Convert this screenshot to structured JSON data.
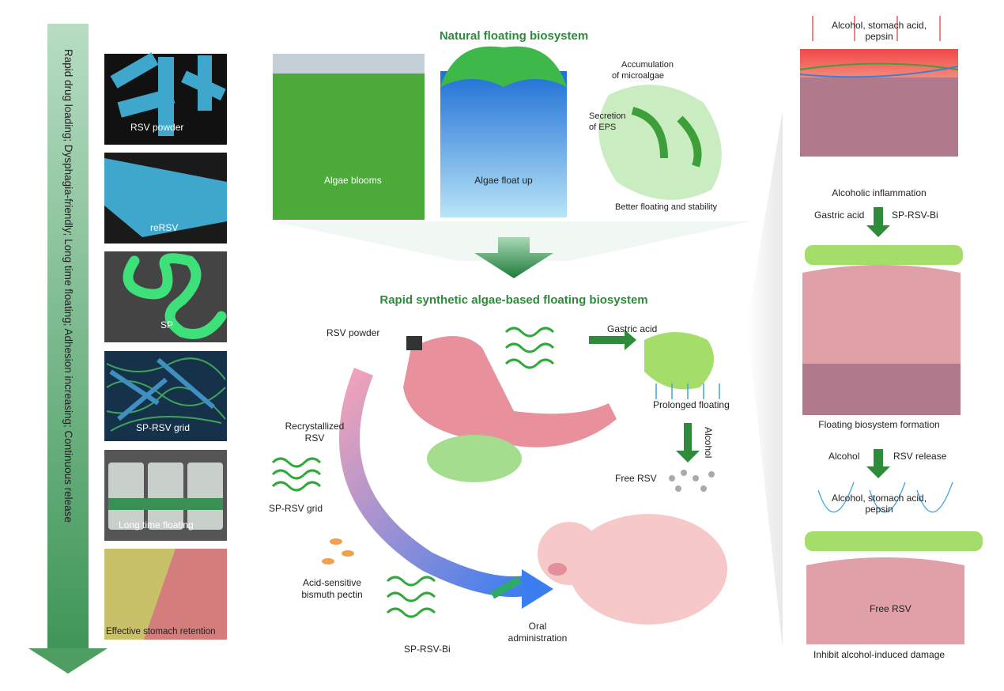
{
  "left": {
    "arrow_text": "Rapid drug loading; Dysphagia-friendly; Long time floating; Adhesion increasing; Continuous release",
    "panels": [
      "RSV powder",
      "reRSV",
      "SP",
      "SP-RSV grid",
      "Long time floating",
      "Effective stomach  retention"
    ]
  },
  "top": {
    "title": "Natural floating biosystem",
    "photo_label": "Algae blooms",
    "float_label": "Algae float up",
    "accumulation": [
      "Accumulation",
      "of microalgae"
    ],
    "secretion": [
      "Secretion",
      "of EPS"
    ],
    "better": "Better floating and stability"
  },
  "bottom": {
    "title": "Rapid synthetic algae-based floating biosystem",
    "rsv_powder": "RSV powder",
    "recrystallized": [
      "Recrystallized",
      "RSV"
    ],
    "sp_rsv_grid": "SP-RSV grid",
    "bismuth": [
      "Acid-sensitive",
      "bismuth pectin"
    ],
    "sp_rsv_bi": "SP-RSV-Bi",
    "oral": [
      "Oral",
      "administration"
    ],
    "gastric_acid": "Gastric acid",
    "prolonged": "Prolonged floating",
    "alcohol": "Alcohol",
    "free_rsv": "Free RSV"
  },
  "right": {
    "top_agents": [
      "Alcohol, stomach acid,",
      "pepsin"
    ],
    "inflammation": "Alcoholic inflammation",
    "gastric_acid": "Gastric acid",
    "sp_rsv_bi": "SP-RSV-Bi",
    "formation": "Floating biosystem formation",
    "alcohol": "Alcohol",
    "rsv_release": "RSV release",
    "mid_agents": [
      "Alcohol, stomach acid,",
      "pepsin"
    ],
    "free_rsv": "Free RSV",
    "inhibit": "Inhibit alcohol-induced damage"
  },
  "colors": {
    "green_title": "#2e8b3a",
    "arrow_green": "#4e9e62",
    "tissue_pink": "#d98a96",
    "sem_blue": "#3fa6cc",
    "sp_green": "#3ee07a"
  }
}
